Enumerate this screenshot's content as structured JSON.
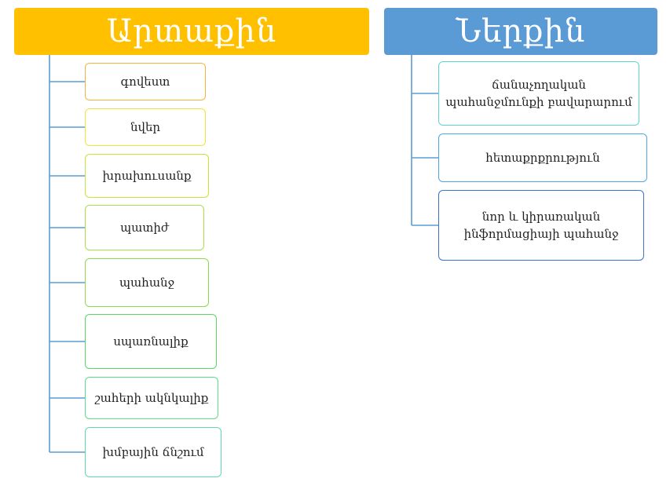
{
  "left": {
    "title": "Արտաքին",
    "color": "#ffc000",
    "items": [
      "գովեստ",
      "նվեր",
      "խրախուսանք",
      "պատիժ",
      "պահանջ",
      "սպառնալիք",
      "շահերի ակնկալիք",
      "խմբային ճնշում"
    ],
    "item_border_colors": [
      "#f4b33f",
      "#f2e43a",
      "#c6e43a",
      "#a8e04a",
      "#8ed94a",
      "#5fd465",
      "#5cdb8a",
      "#5fd9a8"
    ]
  },
  "right": {
    "title": "Ներքին",
    "color": "#5b9bd5",
    "items": [
      "ճանաչողական պահանջմունքի բավարարում",
      "հետաքրքրություն",
      "նոր և կիրառական ինֆորմացիայի պահանջ"
    ],
    "item_border_colors": [
      "#60d4cc",
      "#4ea8e0",
      "#3b74c8"
    ]
  },
  "connector_color": "#5b9bd5"
}
